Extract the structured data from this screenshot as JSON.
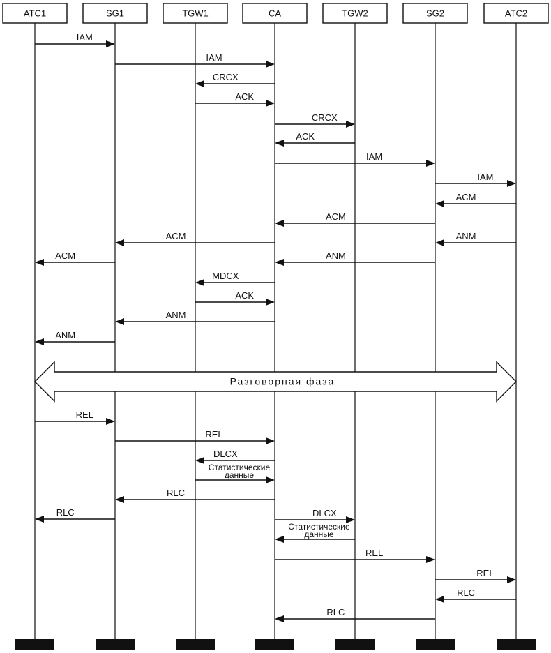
{
  "participants": [
    "ATC1",
    "SG1",
    "TGW1",
    "CA",
    "TGW2",
    "SG2",
    "ATC2"
  ],
  "messages": [
    {
      "from": 0,
      "to": 1,
      "label": "IAM"
    },
    {
      "from": 1,
      "to": 3,
      "label": "IAM"
    },
    {
      "from": 3,
      "to": 2,
      "label": "CRCX"
    },
    {
      "from": 2,
      "to": 3,
      "label": "ACK"
    },
    {
      "from": 3,
      "to": 4,
      "label": "CRCX"
    },
    {
      "from": 4,
      "to": 3,
      "label": "ACK"
    },
    {
      "from": 3,
      "to": 5,
      "label": "IAM"
    },
    {
      "from": 5,
      "to": 6,
      "label": "IAM"
    },
    {
      "from": 6,
      "to": 5,
      "label": "ACM"
    },
    {
      "from": 5,
      "to": 3,
      "label": "ACM"
    },
    {
      "from": 3,
      "to": 1,
      "label": "ACM"
    },
    {
      "from": 6,
      "to": 5,
      "label": "ANM"
    },
    {
      "from": 1,
      "to": 0,
      "label": "ACM"
    },
    {
      "from": 5,
      "to": 3,
      "label": "ANM"
    },
    {
      "from": 3,
      "to": 2,
      "label": "MDCX"
    },
    {
      "from": 2,
      "to": 3,
      "label": "ACK"
    },
    {
      "from": 3,
      "to": 1,
      "label": "ANM"
    },
    {
      "from": 1,
      "to": 0,
      "label": "ANM"
    },
    {
      "from": 0,
      "to": 1,
      "label": "REL"
    },
    {
      "from": 1,
      "to": 3,
      "label": "REL"
    },
    {
      "from": 3,
      "to": 2,
      "label": "DLCX"
    },
    {
      "from": 2,
      "to": 3,
      "label": "Статистические данные"
    },
    {
      "from": 3,
      "to": 1,
      "label": "RLC"
    },
    {
      "from": 1,
      "to": 0,
      "label": "RLC"
    },
    {
      "from": 3,
      "to": 4,
      "label": "DLCX"
    },
    {
      "from": 4,
      "to": 3,
      "label": "Статистические данные"
    },
    {
      "from": 3,
      "to": 5,
      "label": "REL"
    },
    {
      "from": 5,
      "to": 6,
      "label": "REL"
    },
    {
      "from": 6,
      "to": 5,
      "label": "RLC"
    },
    {
      "from": 5,
      "to": 3,
      "label": "RLC"
    }
  ],
  "phase_label": "Разговорная фаза"
}
